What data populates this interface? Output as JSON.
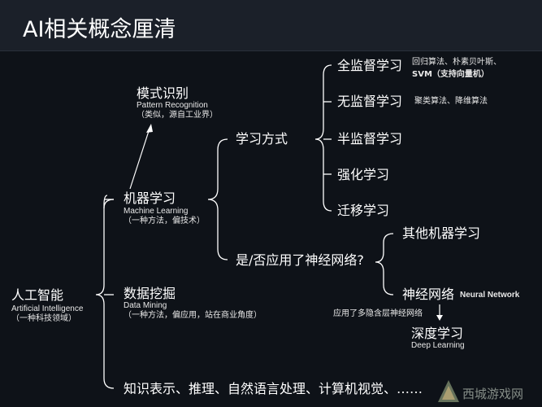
{
  "title": "AI相关概念厘清",
  "root": {
    "label": "人工智能",
    "en": "Artificial Intelligence",
    "note": "（一种科技领域）"
  },
  "pattern": {
    "label": "模式识别",
    "en": "Pattern Recognition",
    "note": "（类似，源自工业界）"
  },
  "ml": {
    "label": "机器学习",
    "en": "Machine Learning",
    "note": "（一种方法，偏技术）"
  },
  "dm": {
    "label": "数据挖掘",
    "en": "Data Mining",
    "note": "（一种方法，偏应用，站在商业角度）"
  },
  "other": {
    "label": "知识表示、推理、自然语言处理、计算机视觉、……"
  },
  "learning_mode": {
    "label": "学习方式"
  },
  "supervised": {
    "label": "全监督学习",
    "note1": "回归算法、朴素贝叶斯、",
    "note2": "SVM（支持向量机）"
  },
  "unsupervised": {
    "label": "无监督学习",
    "note": "聚类算法、降维算法"
  },
  "semi": {
    "label": "半监督学习"
  },
  "reinforcement": {
    "label": "强化学习"
  },
  "transfer": {
    "label": "迁移学习"
  },
  "nn_question": {
    "label": "是/否应用了神经网络?"
  },
  "other_ml": {
    "label": "其他机器学习"
  },
  "nn": {
    "label": "神经网络",
    "en": "Neural Network"
  },
  "nn_note": {
    "label": "应用了多隐含层神经网络"
  },
  "dl": {
    "label": "深度学习",
    "en": "Deep Learning"
  },
  "watermark": {
    "label": "西城游戏网"
  },
  "colors": {
    "background": "#0e1218",
    "title_bar": "#1b2029",
    "lines": "#ffffff",
    "text": "#ffffff"
  }
}
